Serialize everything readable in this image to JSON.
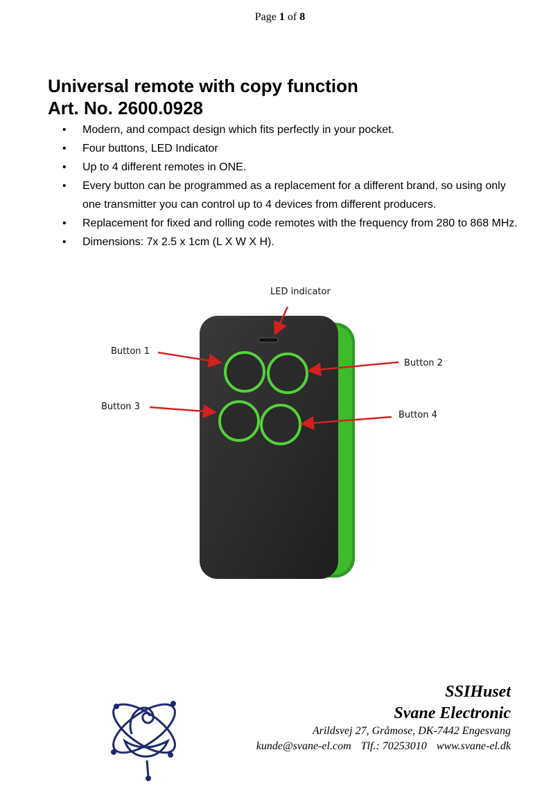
{
  "header": {
    "page_prefix": "Page",
    "page_current": "1",
    "page_of": "of",
    "page_total": "8"
  },
  "title": {
    "line1": "Universal remote with copy function",
    "line2": "Art. No. 2600.0928"
  },
  "bullets": [
    "Modern, and compact design which fits perfectly in your pocket.",
    "Four buttons, LED Indicator",
    "Up to 4 different remotes in ONE.",
    "Every button can be programmed as a replacement for a different brand, so using only one transmitter you can control up to 4 devices from different producers.",
    "Replacement for fixed and rolling code remotes with the frequency from 280 to 868 MHz.",
    "Dimensions: 7x 2.5 x 1cm (L X W X H)."
  ],
  "figure": {
    "labels": {
      "led": "LED indicator",
      "button1": "Button 1",
      "button2": "Button 2",
      "button3": "Button 3",
      "button4": "Button 4"
    },
    "colors": {
      "body": "#2b2b2b",
      "accent": "#3dbb2a",
      "arrow": "#d42020"
    }
  },
  "footer": {
    "company1": "SSIHuset",
    "company2": "Svane Electronic",
    "address": "Arildsvej 27, Gråmose, DK-7442 Engesvang",
    "email": "kunde@svane-el.com",
    "phone": "Tlf.: 70253010",
    "web": "www.svane-el.dk",
    "logo_color": "#1f2a6b"
  }
}
